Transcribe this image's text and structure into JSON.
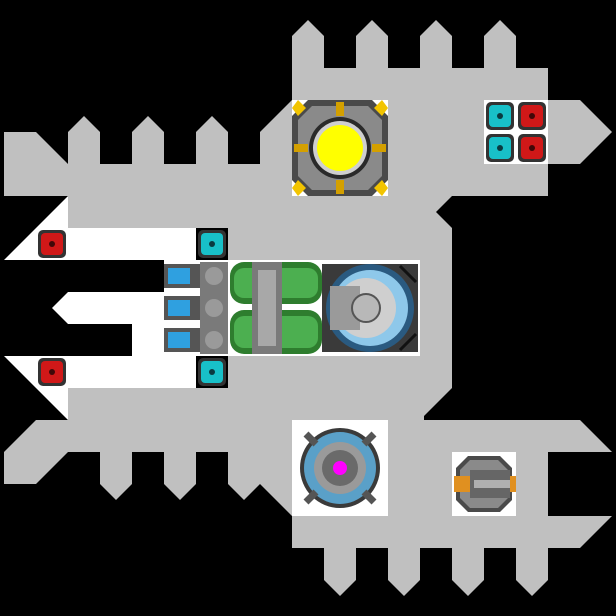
{
  "game": {
    "view": "ship-editor-top-down",
    "ship": {
      "hull_color": "#c0c0c0",
      "interior_color": "#ffffff",
      "modules": [
        {
          "name": "reactor-core-module",
          "kind": "power-core",
          "accent": "#ffff00"
        },
        {
          "name": "engine-cluster-module",
          "kind": "engine-array",
          "accent": "#2fa0e0"
        },
        {
          "name": "shield-generator-module",
          "kind": "shield-generator",
          "accent": "#ff00ff"
        },
        {
          "name": "turret-module",
          "kind": "weapon-turret",
          "accent": "#e09020"
        }
      ],
      "small_blocks": {
        "red_color": "#d01818",
        "cyan_color": "#18c0c8"
      }
    }
  }
}
